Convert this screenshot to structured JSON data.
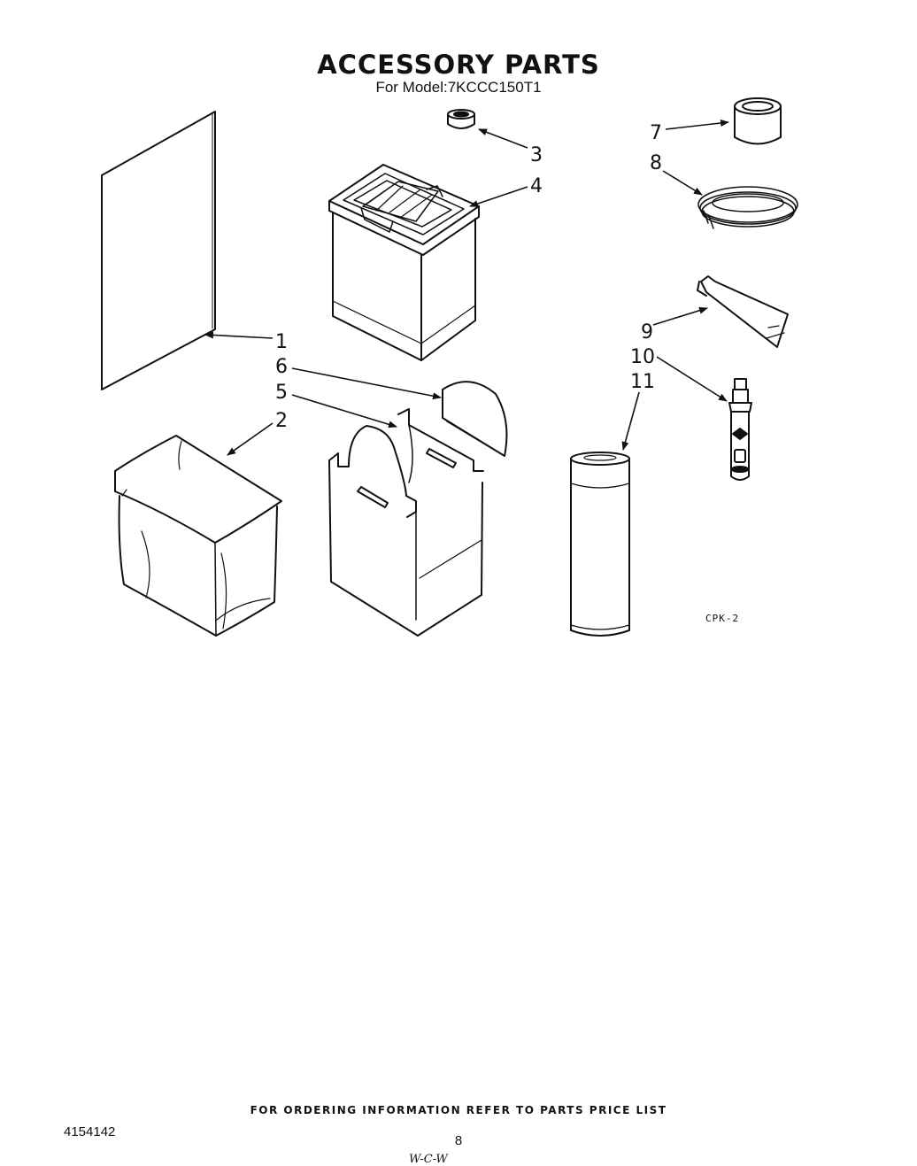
{
  "header": {
    "title": "ACCESSORY PARTS",
    "subtitle": "For Model:7KCCC150T1"
  },
  "callouts": [
    "1",
    "2",
    "3",
    "4",
    "5",
    "6",
    "7",
    "8",
    "9",
    "10",
    "11"
  ],
  "drawing_code": "CPK-2",
  "footer": {
    "ordering_note": "FOR ORDERING INFORMATION REFER TO PARTS PRICE LIST",
    "doc_number": "4154142",
    "page_number": "8",
    "handwritten_mark": "W-C-W"
  }
}
